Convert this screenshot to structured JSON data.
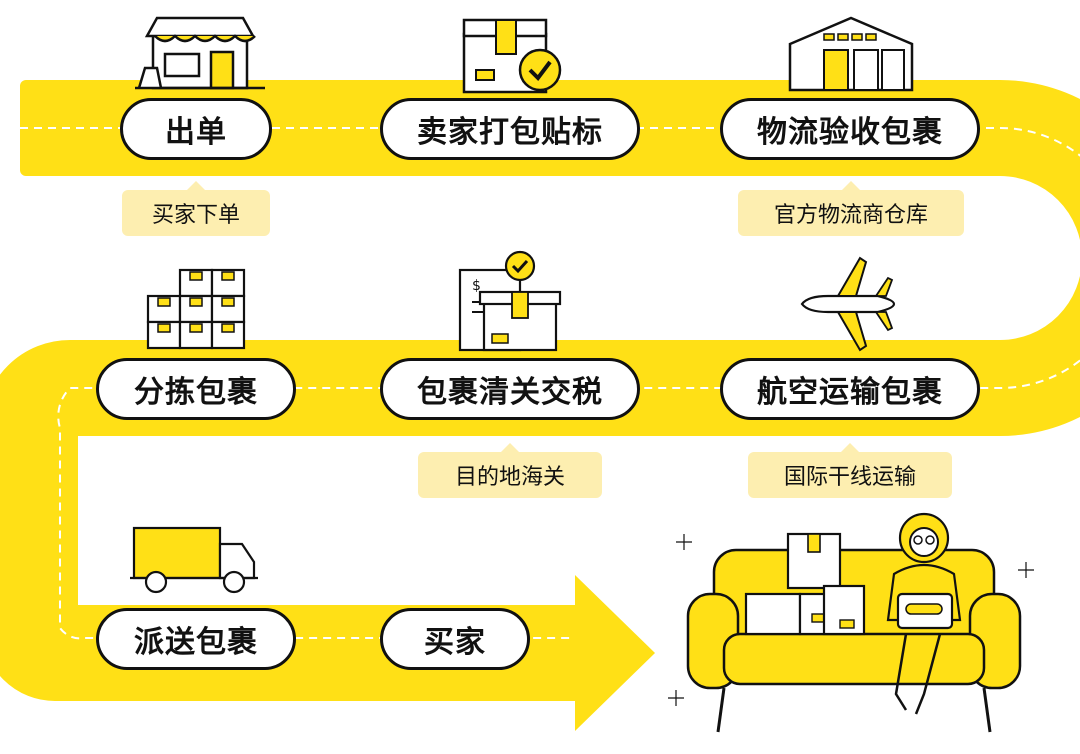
{
  "colors": {
    "accent": "#ffe016",
    "tag_bg": "#fdeeb0",
    "ink": "#111111"
  },
  "steps": [
    {
      "label": "出单"
    },
    {
      "label": "卖家打包贴标"
    },
    {
      "label": "物流验收包裹"
    },
    {
      "label": "航空运输包裹"
    },
    {
      "label": "包裹清关交税"
    },
    {
      "label": "分拣包裹"
    },
    {
      "label": "派送包裹"
    },
    {
      "label": "买家"
    }
  ],
  "notes": [
    {
      "text": "买家下单"
    },
    {
      "text": "官方物流商仓库"
    },
    {
      "text": "国际干线运输"
    },
    {
      "text": "目的地海关"
    }
  ],
  "icons": [
    "shop-icon",
    "package-check-icon",
    "warehouse-icon",
    "airplane-icon",
    "customs-invoice-icon",
    "stacked-boxes-icon",
    "delivery-truck-icon",
    "buyer-on-sofa-icon"
  ]
}
